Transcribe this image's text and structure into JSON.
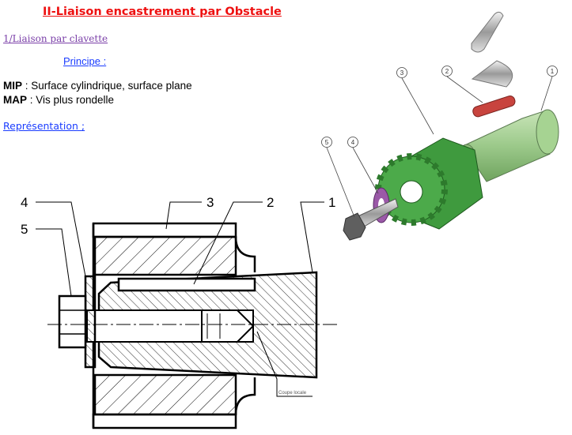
{
  "title": "II-Liaison encastrement par Obstacle",
  "subtitle": "1/Liaison par clavette",
  "principe_label": "Principe :",
  "mip": {
    "label": "MIP",
    "text": " : Surface cylindrique, surface plane"
  },
  "map": {
    "label": "MAP",
    "text": " : Vis plus rondelle"
  },
  "representation_label": "Représentation ;",
  "drawing": {
    "callouts": [
      "1",
      "2",
      "3",
      "4",
      "5"
    ],
    "section_note": "Coupe locale"
  },
  "exploded_view": {
    "callouts": [
      "1",
      "2",
      "3",
      "4",
      "5"
    ]
  },
  "colors": {
    "title": "#ee1111",
    "subtitle": "#7a3fa8",
    "link": "#1a3cff",
    "gear": "#4caa4a",
    "key": "#c8443e",
    "washer": "#9b59a8"
  }
}
